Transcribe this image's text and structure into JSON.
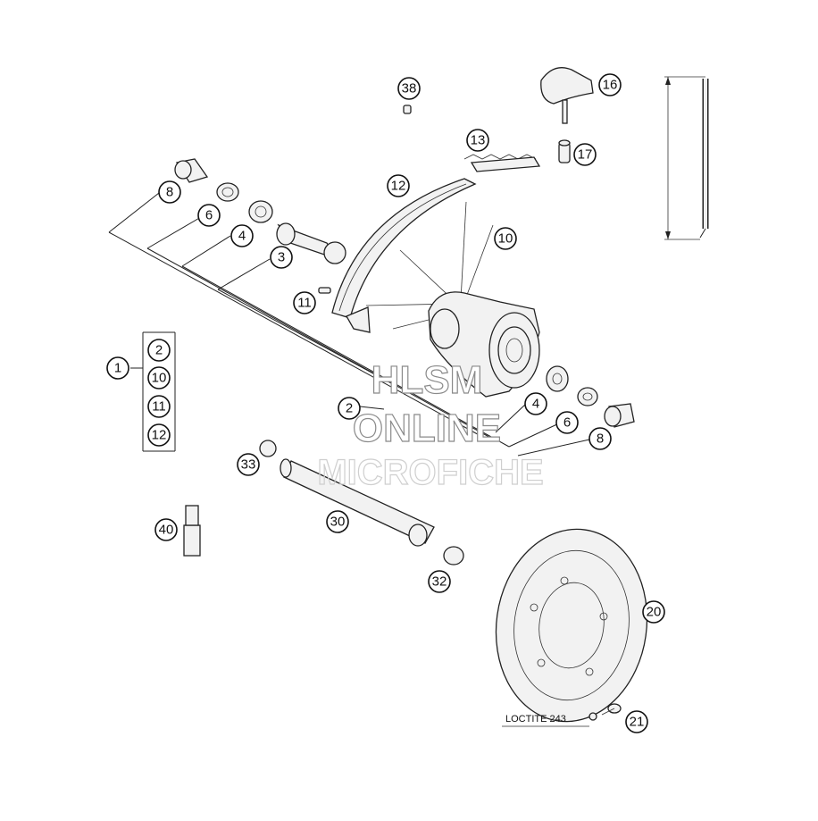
{
  "callouts": [
    {
      "id": "c38",
      "label": "38"
    },
    {
      "id": "c16",
      "label": "16"
    },
    {
      "id": "c13",
      "label": "13"
    },
    {
      "id": "c17",
      "label": "17"
    },
    {
      "id": "c8a",
      "label": "8"
    },
    {
      "id": "c12a",
      "label": "12"
    },
    {
      "id": "c6a",
      "label": "6"
    },
    {
      "id": "c10a",
      "label": "10"
    },
    {
      "id": "c4a",
      "label": "4"
    },
    {
      "id": "c3",
      "label": "3"
    },
    {
      "id": "c11a",
      "label": "11"
    },
    {
      "id": "c1",
      "label": "1"
    },
    {
      "id": "g2",
      "label": "2"
    },
    {
      "id": "g10",
      "label": "10"
    },
    {
      "id": "g11",
      "label": "11"
    },
    {
      "id": "g12",
      "label": "12"
    },
    {
      "id": "c2b",
      "label": "2"
    },
    {
      "id": "c4b",
      "label": "4"
    },
    {
      "id": "c6b",
      "label": "6"
    },
    {
      "id": "c8b",
      "label": "8"
    },
    {
      "id": "c33",
      "label": "33"
    },
    {
      "id": "c30",
      "label": "30"
    },
    {
      "id": "c40",
      "label": "40"
    },
    {
      "id": "c32",
      "label": "32"
    },
    {
      "id": "c20",
      "label": "20"
    },
    {
      "id": "c21",
      "label": "21"
    }
  ],
  "note": {
    "text": "LOCTITE 243"
  },
  "watermark": {
    "line1": "HLSM",
    "line2": "ONLINE",
    "line3": "MICROFICHE"
  }
}
